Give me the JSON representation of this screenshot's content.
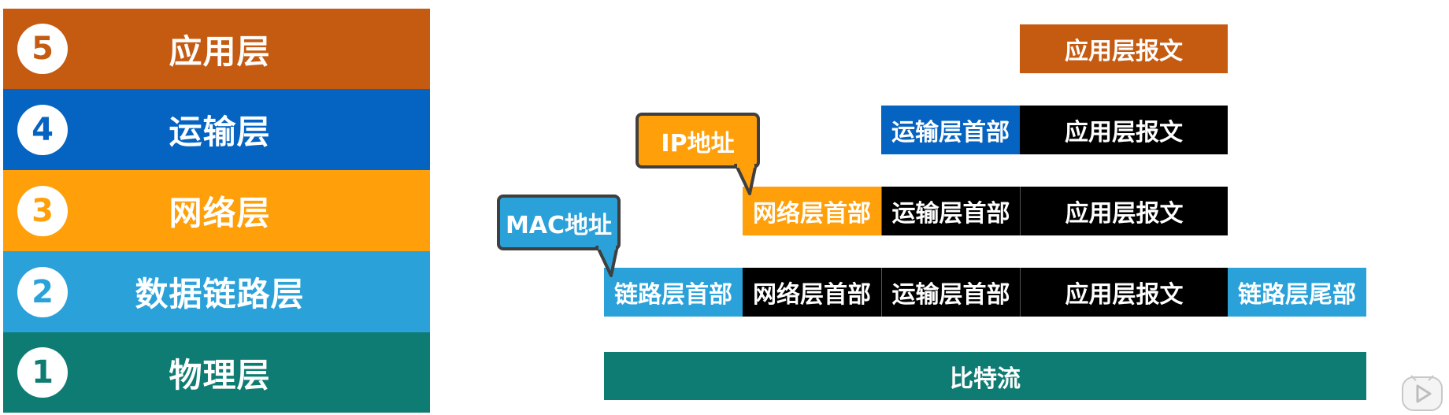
{
  "colors": {
    "application": "#c55a11",
    "transport": "#0563c1",
    "network": "#ff9f0a",
    "datalink": "#2aa1d9",
    "physical": "#0e7c72",
    "black": "#000000",
    "callout_border": "#3f3f3f"
  },
  "layers": [
    {
      "num": "5",
      "name": "应用层",
      "color": "#c55a11"
    },
    {
      "num": "4",
      "name": "运输层",
      "color": "#0563c1"
    },
    {
      "num": "3",
      "name": "网络层",
      "color": "#ff9f0a"
    },
    {
      "num": "2",
      "name": "数据链路层",
      "color": "#2aa1d9"
    },
    {
      "num": "1",
      "name": "物理层",
      "color": "#0e7c72"
    }
  ],
  "pdu": {
    "app_message": "应用层报文",
    "transport_header": "运输层首部",
    "network_header": "网络层首部",
    "link_header": "链路层首部",
    "link_trailer": "链路层尾部",
    "bitstream": "比特流"
  },
  "callouts": {
    "ip": "IP地址",
    "mac": "MAC地址"
  },
  "icons": {
    "play": "play-icon"
  }
}
